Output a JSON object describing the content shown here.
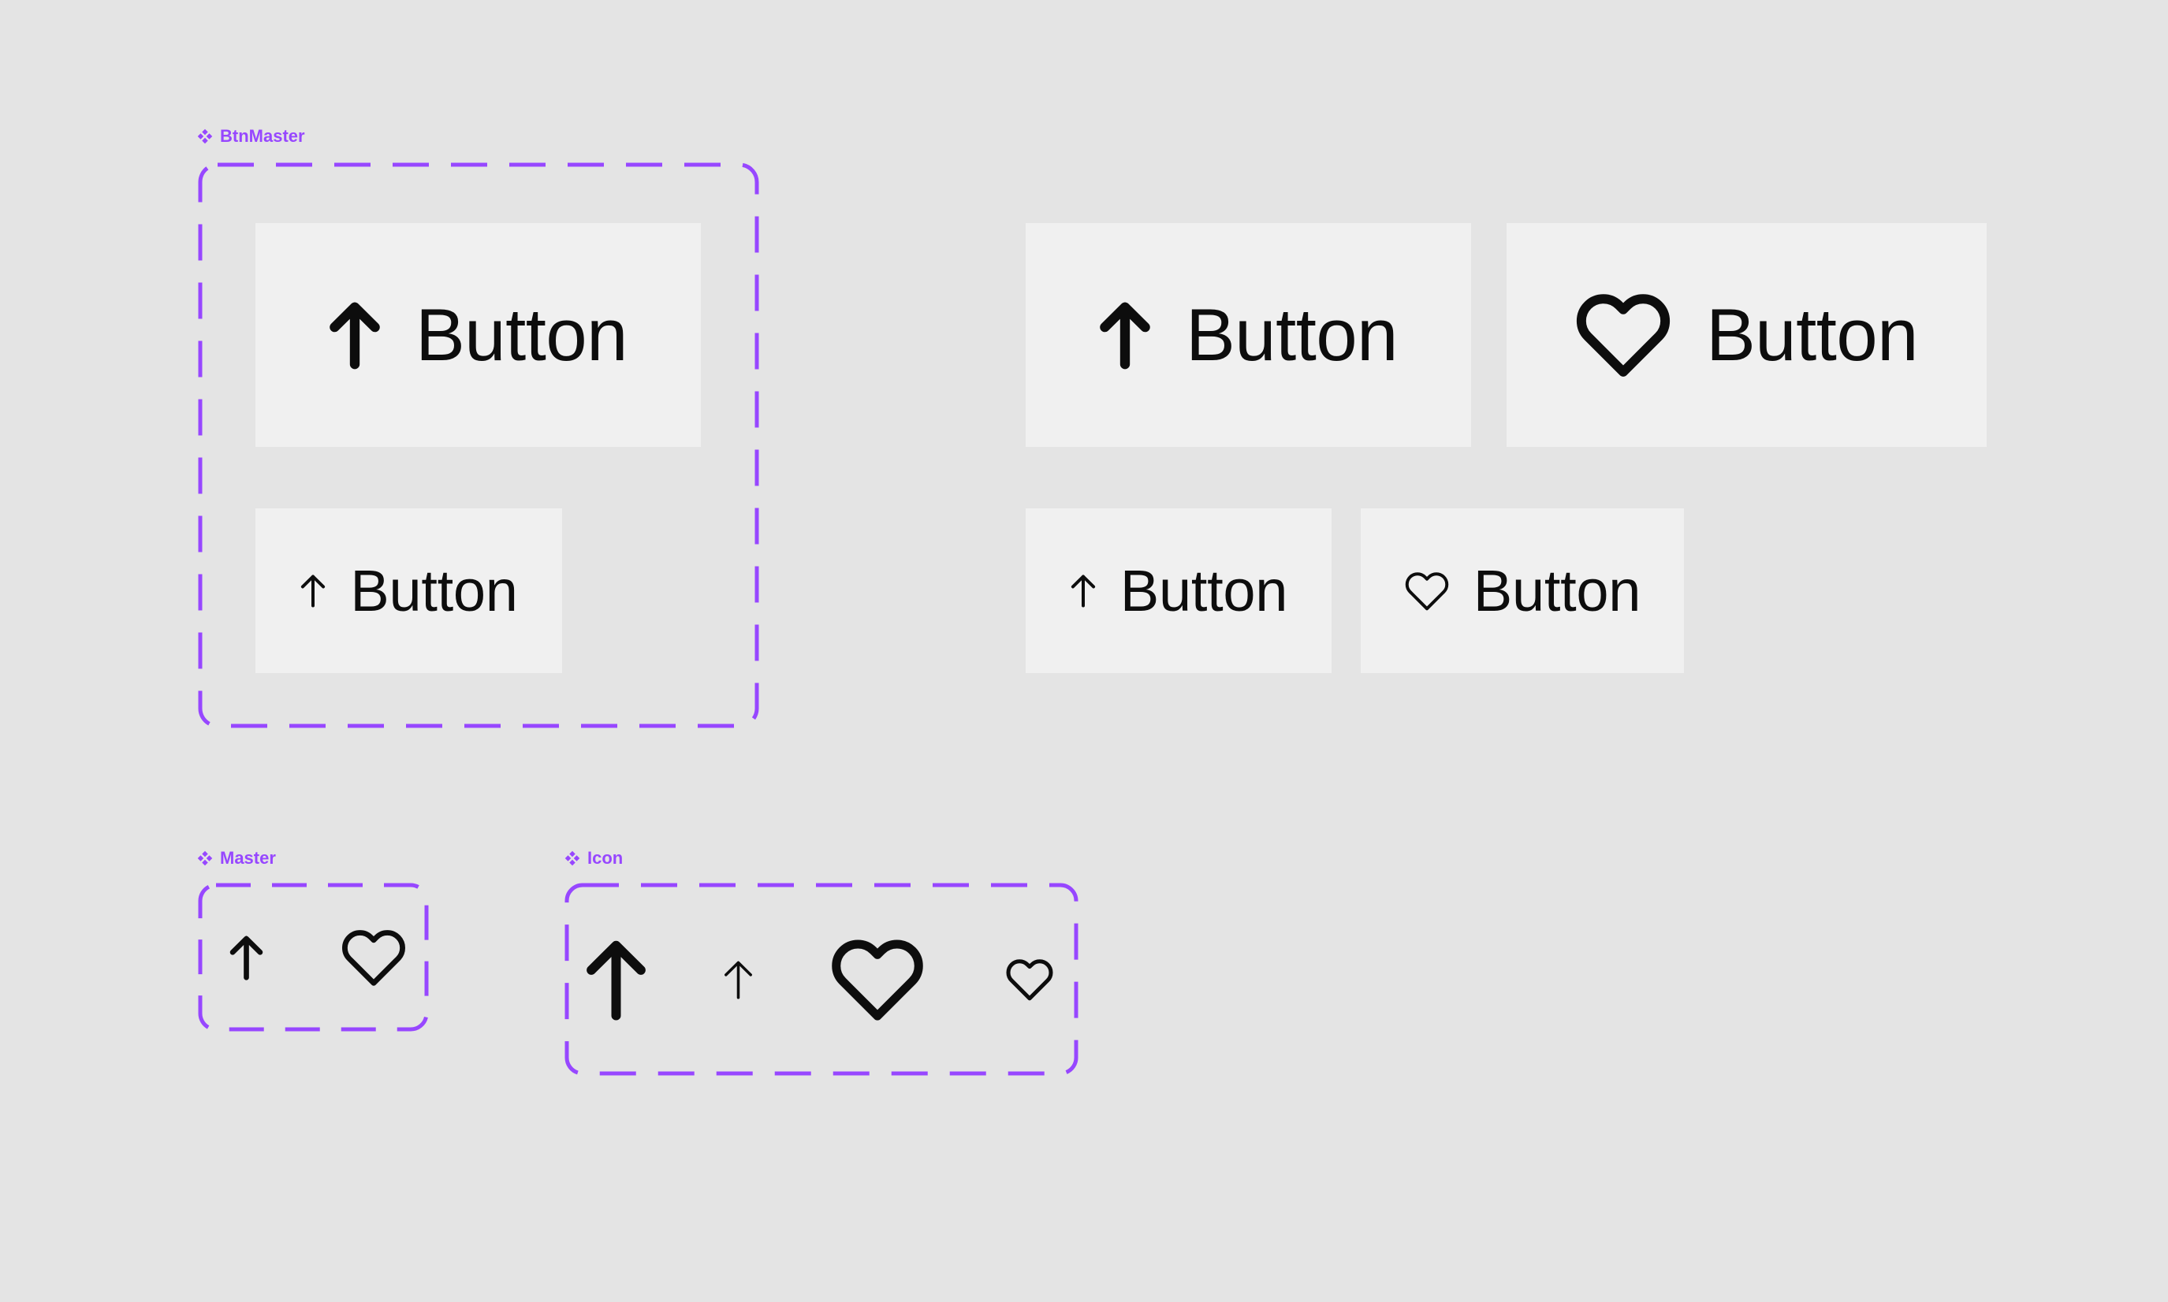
{
  "theme": {
    "canvas_background": "#E4E4E4",
    "accent_purple": "#9747FF",
    "button_fill": "#F0F0F0",
    "content_black": "#0D0D0D"
  },
  "component_sets": {
    "btn_master": {
      "label": "BtnMaster",
      "badge_icon": "component-set-icon",
      "variants": [
        {
          "label": "Button",
          "icon": "arrow-up-icon",
          "size": "large"
        },
        {
          "label": "Button",
          "icon": "arrow-up-icon",
          "size": "small"
        }
      ]
    },
    "master": {
      "label": "Master",
      "badge_icon": "component-set-icon",
      "icons": [
        "arrow-up-icon",
        "heart-icon"
      ]
    },
    "icon": {
      "label": "Icon",
      "badge_icon": "component-set-icon",
      "icons": [
        "arrow-up-large-icon",
        "arrow-up-small-icon",
        "heart-large-icon",
        "heart-small-icon"
      ]
    }
  },
  "instances": [
    {
      "label": "Button",
      "icon": "arrow-up-icon",
      "size": "large"
    },
    {
      "label": "Button",
      "icon": "heart-icon",
      "size": "large"
    },
    {
      "label": "Button",
      "icon": "arrow-up-icon",
      "size": "small"
    },
    {
      "label": "Button",
      "icon": "heart-icon",
      "size": "small"
    }
  ]
}
